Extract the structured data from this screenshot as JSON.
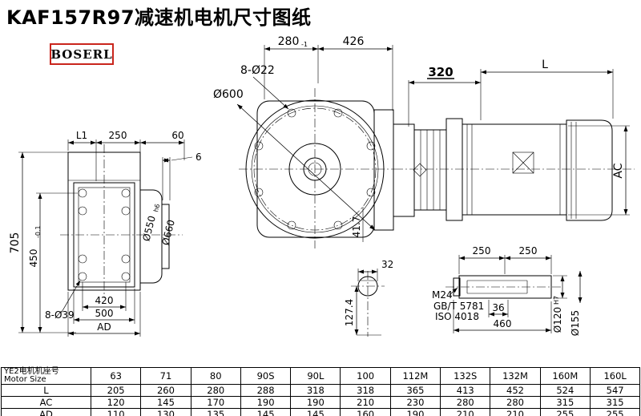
{
  "page": {
    "title": "KAF157R97减速机电机尺寸图纸",
    "logo": "BOSERL"
  },
  "dims": {
    "d280": "280",
    "d280_tol": "-1",
    "d426": "426",
    "d8_22": "8-Ø22",
    "d600": "Ø600",
    "d320": "320",
    "dL": "L",
    "dAC": "AC",
    "dL1": "L1",
    "d250_top": "250",
    "d60": "60",
    "d6": "6",
    "d705": "705",
    "d450": "450",
    "d450_tol": "-0.1",
    "d550": "Ø550",
    "d550_suf": "h6",
    "d660": "Ø660",
    "d8_39": "8-Ø39",
    "d420": "420",
    "d500": "500",
    "dAD": "AD",
    "d41_7": "41.7",
    "d32": "32",
    "d127_4": "127.4",
    "d250_a": "250",
    "d250_b": "250",
    "m24": "M24",
    "gbt": "GB/T  5781",
    "iso": "ISO  4018",
    "d36": "36",
    "d460": "460",
    "d120": "Ø120",
    "d120_suf": "H7",
    "d155": "Ø155"
  },
  "table": {
    "header_cn": "YE2电机机座号",
    "header_en": "Motor Size",
    "sizes": [
      "63",
      "71",
      "80",
      "90S",
      "90L",
      "100",
      "112M",
      "132S",
      "132M",
      "160M",
      "160L"
    ],
    "rows": [
      {
        "label": "L",
        "values": [
          "205",
          "260",
          "280",
          "288",
          "318",
          "318",
          "365",
          "413",
          "452",
          "524",
          "547"
        ]
      },
      {
        "label": "AC",
        "values": [
          "120",
          "145",
          "170",
          "190",
          "190",
          "210",
          "230",
          "280",
          "280",
          "315",
          "315"
        ]
      },
      {
        "label": "AD",
        "values": [
          "110",
          "130",
          "135",
          "145",
          "145",
          "160",
          "190",
          "210",
          "210",
          "255",
          "255"
        ]
      }
    ]
  }
}
